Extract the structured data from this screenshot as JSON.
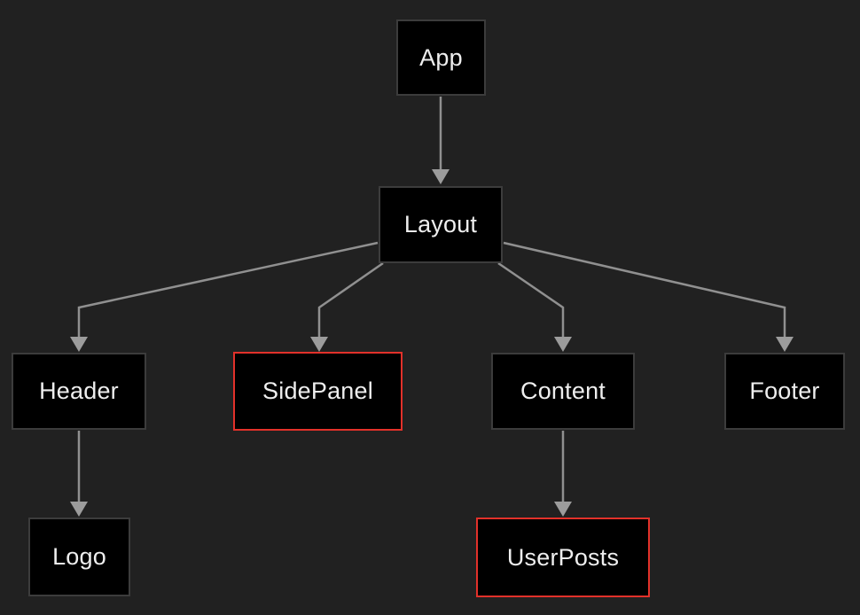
{
  "diagram": {
    "type": "component-tree",
    "nodes": [
      {
        "id": "app",
        "label": "App",
        "highlighted": false
      },
      {
        "id": "layout",
        "label": "Layout",
        "highlighted": false
      },
      {
        "id": "header",
        "label": "Header",
        "highlighted": false
      },
      {
        "id": "sidepanel",
        "label": "SidePanel",
        "highlighted": true
      },
      {
        "id": "content",
        "label": "Content",
        "highlighted": false
      },
      {
        "id": "footer",
        "label": "Footer",
        "highlighted": false
      },
      {
        "id": "logo",
        "label": "Logo",
        "highlighted": false
      },
      {
        "id": "userposts",
        "label": "UserPosts",
        "highlighted": true
      }
    ],
    "edges": [
      {
        "from": "App",
        "to": "Layout"
      },
      {
        "from": "Layout",
        "to": "Header"
      },
      {
        "from": "Layout",
        "to": "SidePanel"
      },
      {
        "from": "Layout",
        "to": "Content"
      },
      {
        "from": "Layout",
        "to": "Footer"
      },
      {
        "from": "Header",
        "to": "Logo"
      },
      {
        "from": "Content",
        "to": "UserPosts"
      }
    ],
    "colors": {
      "bg": "#212121",
      "node-fill": "#000000",
      "node-border": "#3c3c3c",
      "highlight-border": "#e2312a",
      "edge": "#909090",
      "arrow": "#9c9c9c",
      "text": "#eeeeee"
    }
  }
}
